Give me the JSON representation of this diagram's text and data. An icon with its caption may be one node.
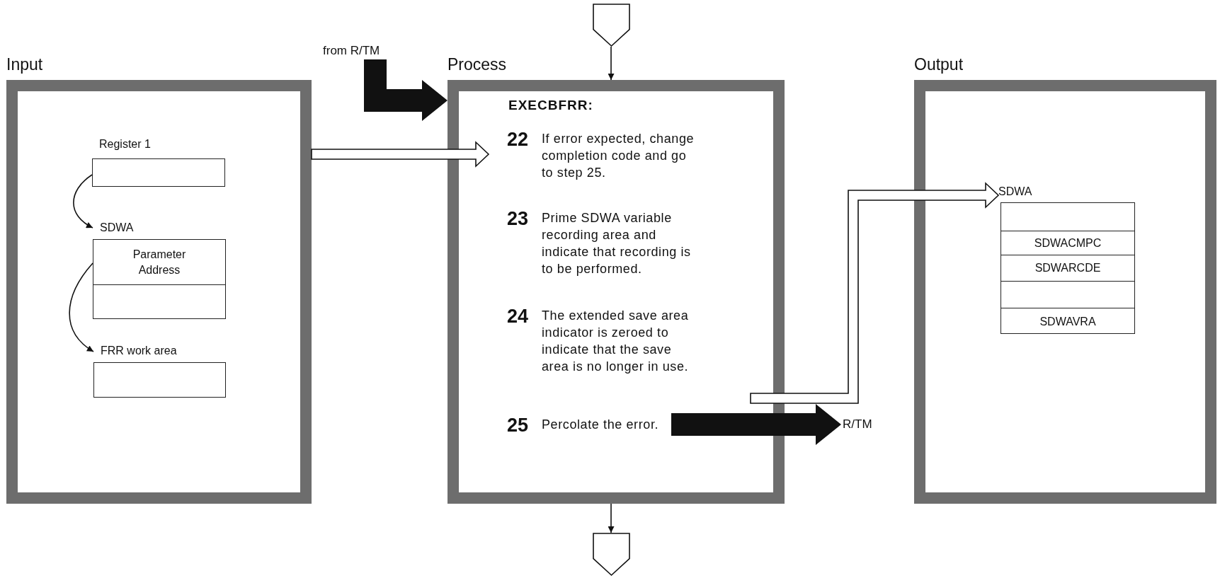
{
  "diagram": {
    "nodes": [
      {
        "text": [],
        "shape": "pentagon"
      },
      {
        "text": [
          "Input"
        ]
      },
      {
        "text": [
          "Register 1"
        ],
        "in": 1
      },
      {
        "text": [
          "SDWA",
          "Parameter Address"
        ],
        "in": 1
      },
      {
        "text": [
          "FRR work area"
        ],
        "in": 1
      },
      {
        "text": [
          "from R/TM"
        ]
      },
      {
        "text": [
          "Process",
          "EXECBFRR:"
        ]
      },
      {
        "text": [
          "22",
          "If error expected, change completion code and go to step 25."
        ],
        "in": 6
      },
      {
        "text": [
          "23",
          "Prime SDWA variable recording area and indicate that recording is to be performed."
        ],
        "in": 6
      },
      {
        "text": [
          "24",
          "The extended save area indicator is zeroed to indicate that the save area is no longer in use."
        ],
        "in": 6
      },
      {
        "text": [
          "25",
          "Percolate the error."
        ],
        "in": 6
      },
      {
        "text": [
          "R/TM"
        ]
      },
      {
        "text": [
          "Output"
        ]
      },
      {
        "text": [
          "SDWA",
          "SDWACMPC",
          "SDWARCDE",
          "SDWAVRA"
        ],
        "in": 12
      },
      {
        "text": [],
        "shape": "pentagon"
      }
    ],
    "edges": [
      {
        "from": 0,
        "to": 6,
        "arrow": "to"
      },
      {
        "from": 2,
        "to": 3,
        "arrow": "to"
      },
      {
        "from": 3,
        "to": 4,
        "arrow": "to"
      },
      {
        "from": 5,
        "to": 6,
        "arrow": "to",
        "style": "thick"
      },
      {
        "from": 1,
        "to": 7,
        "arrow": "to"
      },
      {
        "from": 9,
        "to": 13,
        "arrow": "to"
      },
      {
        "from": 10,
        "to": 11,
        "arrow": "to",
        "style": "thick"
      },
      {
        "from": 6,
        "to": 14,
        "arrow": "to"
      }
    ]
  }
}
